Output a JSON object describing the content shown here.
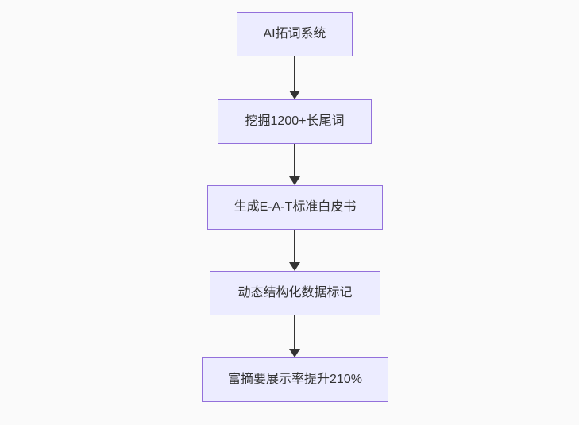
{
  "flowchart": {
    "type": "flowchart-vertical",
    "nodes": [
      {
        "label": "AI拓词系统"
      },
      {
        "label": "挖掘1200+长尾词"
      },
      {
        "label": "生成E-A-T标准白皮书"
      },
      {
        "label": "动态结构化数据标记"
      },
      {
        "label": "富摘要展示率提升210%"
      }
    ],
    "edges": [
      {
        "from": 0,
        "to": 1,
        "style": "arrow-down"
      },
      {
        "from": 1,
        "to": 2,
        "style": "arrow-down"
      },
      {
        "from": 2,
        "to": 3,
        "style": "arrow-down"
      },
      {
        "from": 3,
        "to": 4,
        "style": "arrow-down"
      }
    ]
  },
  "colors": {
    "bg": "#fafafa",
    "node-fill": "#ececff",
    "node-border": "#9370db",
    "node-text": "#333333",
    "arrow": "#333333"
  }
}
